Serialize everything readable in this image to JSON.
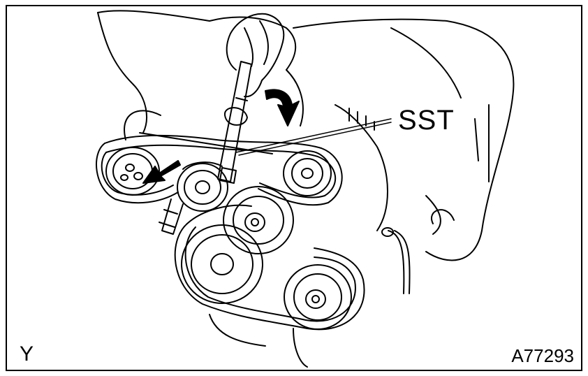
{
  "diagram": {
    "callout_label": "SST",
    "corner_label": "Y",
    "figure_id": "A77293"
  },
  "colors": {
    "line": "#000000",
    "background": "#ffffff"
  }
}
